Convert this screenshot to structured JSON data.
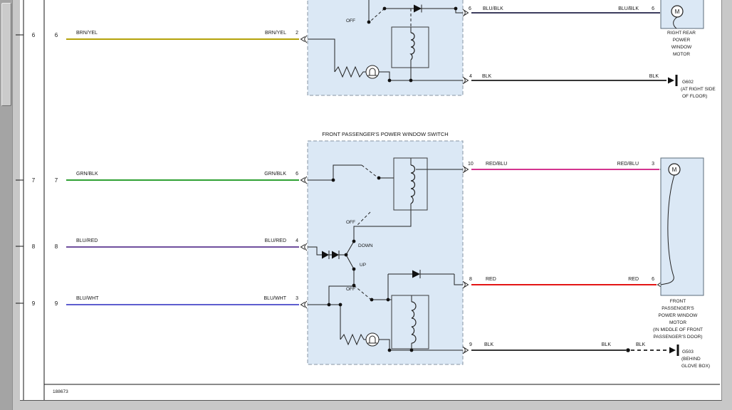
{
  "page": {
    "figure_number": "188673"
  },
  "grid": {
    "rows": [
      {
        "col1": "6",
        "col2": "6"
      },
      {
        "col1": "7",
        "col2": "7"
      },
      {
        "col1": "8",
        "col2": "8"
      },
      {
        "col1": "9",
        "col2": "9"
      }
    ]
  },
  "colors": {
    "brn_yel": "#b4a20a",
    "blu_blk": "#3d3d5e",
    "grn_blk": "#2fa133",
    "blu_red": "#6f4f9e",
    "blu_wht": "#5e5ecf",
    "red_blu": "#d4348f",
    "red": "#e31414",
    "blk": "#1a1a1a"
  },
  "top_section": {
    "switch": {
      "off": "OFF"
    },
    "wire_brn_yel": {
      "label_left": "BRN/YEL",
      "label_right": "BRN/YEL",
      "pin": "2"
    },
    "wire_blu_blk": {
      "pin_left": "6",
      "label_left": "BLU/BLK",
      "label_right": "BLU/BLK",
      "pin_right": "6"
    },
    "wire_blk": {
      "pin_left": "4",
      "label_left": "BLK",
      "label_right": "BLK"
    },
    "motor": {
      "symbol": "M",
      "label_lines": [
        "RIGHT REAR",
        "POWER",
        "WINDOW",
        "MOTOR"
      ]
    },
    "ground": {
      "code": "G602",
      "location_line1": "(AT RIGHT SIDE",
      "location_line2": "OF FLOOR)"
    }
  },
  "middle_section": {
    "title": "FRONT PASSENGER'S POWER WINDOW SWITCH",
    "switch": {
      "off_top": "OFF",
      "down": "DOWN",
      "up": "UP",
      "off_bottom": "OFF"
    },
    "wire_grn_blk": {
      "label_left": "GRN/BLK",
      "label_right": "GRN/BLK",
      "pin": "6"
    },
    "wire_blu_red": {
      "label_left": "BLU/RED",
      "label_right": "BLU/RED",
      "pin": "4"
    },
    "wire_blu_wht": {
      "label_left": "BLU/WHT",
      "label_right": "BLU/WHT",
      "pin": "3"
    },
    "wire_red_blu": {
      "pin_left": "10",
      "label_left": "RED/BLU",
      "label_right": "RED/BLU",
      "pin_right": "3"
    },
    "wire_red": {
      "pin_left": "8",
      "label_left": "RED",
      "label_right": "RED",
      "pin_right": "6"
    },
    "wire_blk": {
      "pin_left": "9",
      "label_left": "BLK",
      "label_mid": "BLK",
      "label_right": "BLK"
    },
    "motor": {
      "symbol": "M",
      "label_lines": [
        "FRONT",
        "PASSENGER'S",
        "POWER WINDOW",
        "MOTOR",
        "(IN MIDDLE OF FRONT",
        "PASSENGER'S DOOR)"
      ]
    },
    "ground": {
      "code": "G503",
      "location_line1": "(BEHIND",
      "location_line2": "GLOVE BOX)"
    }
  }
}
